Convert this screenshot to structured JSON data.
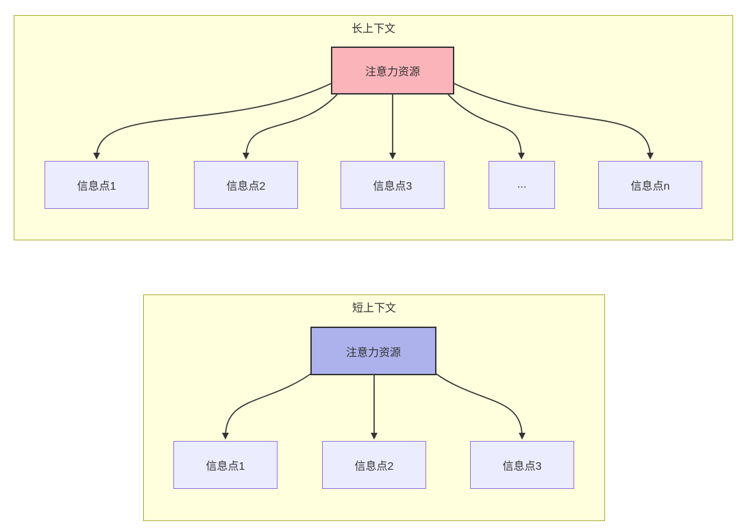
{
  "diagram": {
    "colors": {
      "cluster_fill": "#ffffde",
      "cluster_border": "#aaaa33",
      "node_fill": "#ececff",
      "node_border": "#9370db",
      "edge": "#333333",
      "text": "#333333",
      "long_root_fill": "#fbb4ba",
      "short_root_fill": "#aeb2ec",
      "root_border": "#333333"
    },
    "long_context": {
      "title": "长上下文",
      "root_label": "注意力资源",
      "children": [
        {
          "label": "信息点1"
        },
        {
          "label": "信息点2"
        },
        {
          "label": "信息点3"
        },
        {
          "label": "..."
        },
        {
          "label": "信息点n"
        }
      ]
    },
    "short_context": {
      "title": "短上下文",
      "root_label": "注意力资源",
      "children": [
        {
          "label": "信息点1"
        },
        {
          "label": "信息点2"
        },
        {
          "label": "信息点3"
        }
      ]
    }
  }
}
